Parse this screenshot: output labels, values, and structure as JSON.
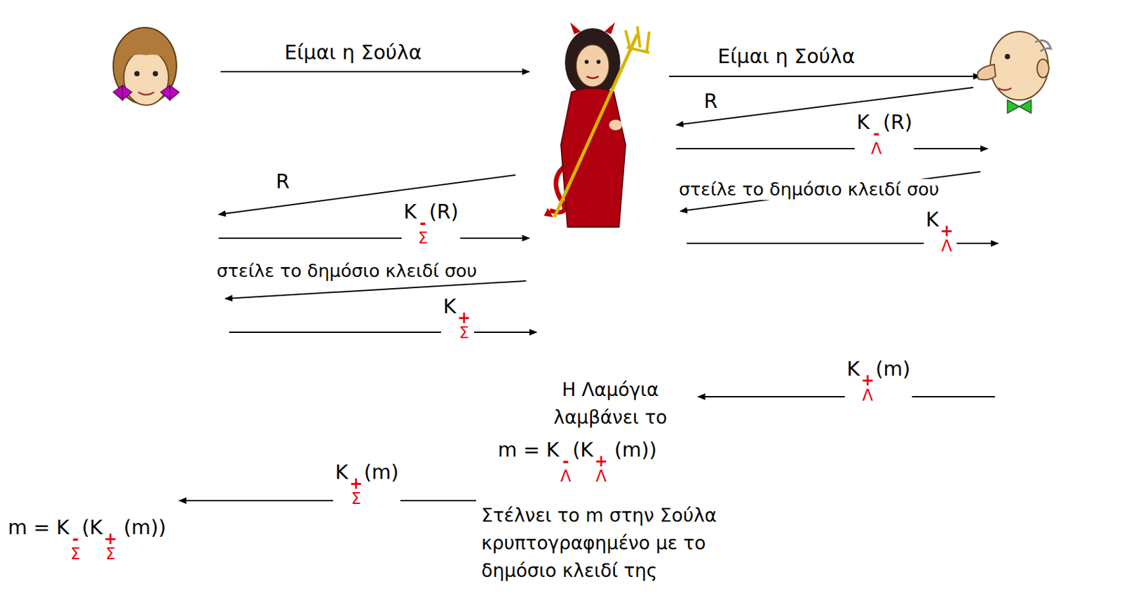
{
  "diagram": {
    "labels": [
      "Είμαι η Σούλα",
      "Είμαι η Σούλα",
      "R",
      "K",
      "-",
      "Λ",
      "(R)",
      "στείλε το δημόσιο κλειδί σου",
      "K",
      "+",
      "Λ",
      "R",
      "K",
      "-",
      "Σ",
      "(R)",
      "στείλε το δημόσιο κλειδί σου",
      "K",
      "+",
      "Σ",
      "K",
      "+",
      "Λ",
      "(m)",
      "Η Λαμόγια λαμβάνει το",
      "m = K",
      "-",
      "Λ",
      "(K",
      "+",
      "Λ",
      "(m))",
      "K",
      "+",
      "Σ",
      "(m)",
      "m = K",
      "-",
      "Σ",
      "(K",
      "+",
      "Σ",
      "(m))",
      "Στέλνει το m στην Σούλα κρυπτογραφημένο με το δημόσιο κλειδί της"
    ]
  }
}
